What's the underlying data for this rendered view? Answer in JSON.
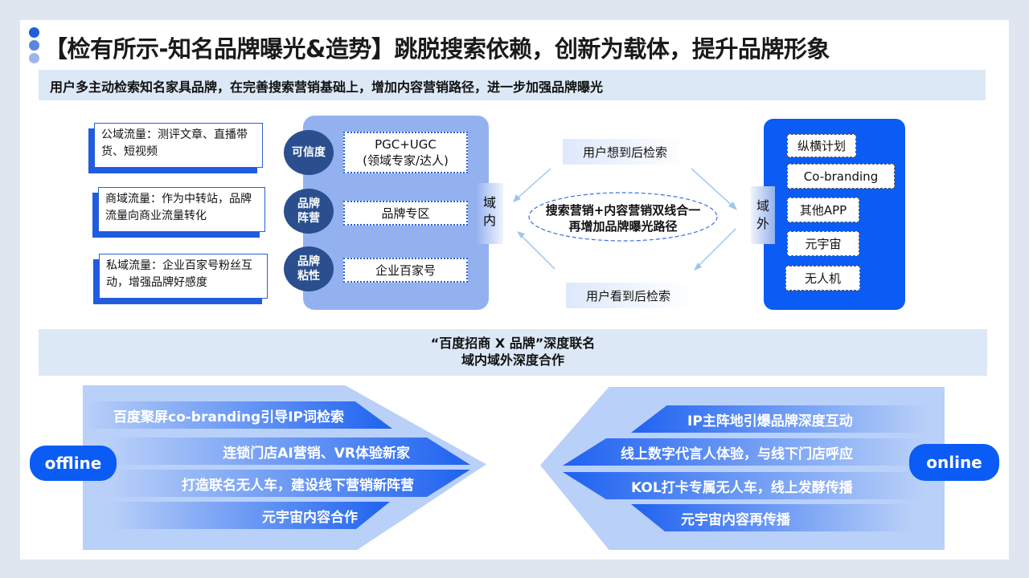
{
  "title": "【检有所示-知名品牌曝光&造势】跳脱搜索依赖，创新为载体，提升品牌形象",
  "subtitle": "用户多主动检索知名家具品牌，在完善搜索营销基础上，增加内容营销路径，进一步加强品牌曝光",
  "left_callouts": [
    "公域流量：测评文章、直播带货、短视频",
    "商域流量：作为中转站，品牌流量向商业流量转化",
    "私域流量：企业百家号粉丝互动，增强品牌好感度"
  ],
  "circles": [
    "可信度",
    "品牌阵营",
    "品牌粘性"
  ],
  "inner_boxes": [
    "PGC+UGC\n(领域专家/达人)",
    "品牌专区",
    "企业百家号"
  ],
  "inner_label": "域内",
  "outer_label": "域外",
  "cycle": {
    "top": "用户想到后检索",
    "center": "搜索营销+内容营销双线合一\n再增加品牌曝光路径",
    "bottom": "用户看到后检索"
  },
  "outer_items": [
    "纵横计划",
    "Co-branding",
    "其他APP",
    "元宇宙",
    "无人机"
  ],
  "mid_band": {
    "line1": "“百度招商 X 品牌”深度联名",
    "line2": "域内域外深度合作"
  },
  "offline": {
    "label": "offline",
    "items": [
      "百度聚屏co-branding引导IP词检索",
      "连锁门店AI营销、VR体验新家",
      "打造联名无人车，建设线下营销新阵营",
      "元宇宙内容合作"
    ]
  },
  "online": {
    "label": "online",
    "items": [
      "IP主阵地引爆品牌深度互动",
      "线上数字代言人体验，与线下门店呼应",
      "KOL打卡专属无人车，线上发酵传播",
      "元宇宙内容再传播"
    ]
  }
}
